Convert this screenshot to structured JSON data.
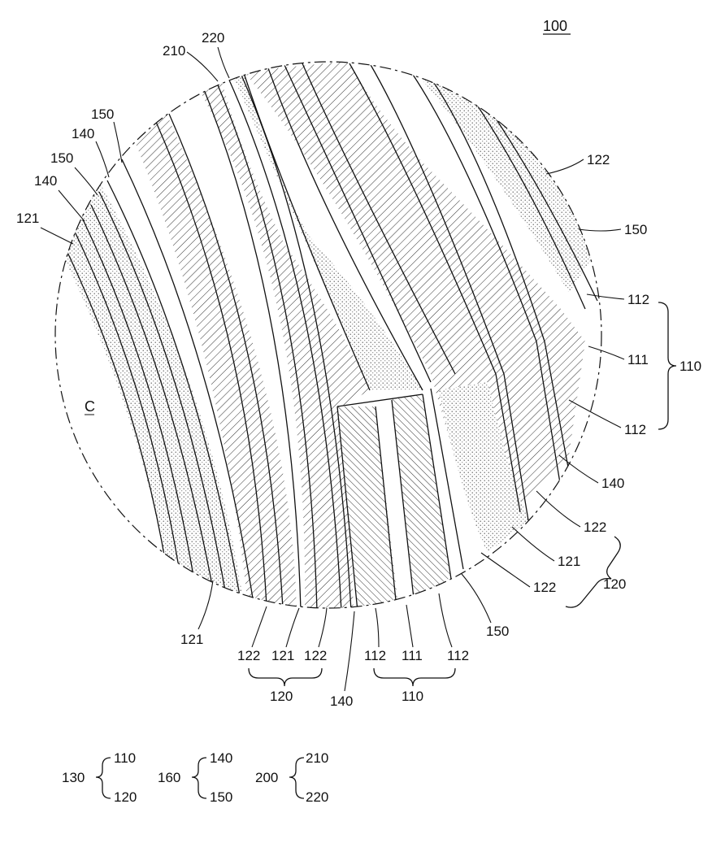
{
  "figure": {
    "reference": "100",
    "region_label": "C"
  },
  "colors": {
    "ink": "#111111",
    "background": "#ffffff",
    "hatch": "#333333",
    "dots": "#555555"
  },
  "labels": {
    "l210": "210",
    "l220": "220",
    "l150_a": "150",
    "l140_a": "140",
    "l150_b": "150",
    "l140_b": "140",
    "l121_a": "121",
    "l122_top": "122",
    "l150_right": "150",
    "l112_a": "112",
    "l111_a": "111",
    "l110_a": "110",
    "l112_b": "112",
    "l140_right": "140",
    "l122_r1": "122",
    "l121_r": "121",
    "l120_r": "120",
    "l122_r2": "122",
    "l150_bottom": "150",
    "l121_bl": "121",
    "l122_b1": "122",
    "l121_b": "121",
    "l122_b2": "122",
    "l120_b": "120",
    "l140_b2": "140",
    "l112_b1": "112",
    "l111_b": "111",
    "l112_b2": "112",
    "l110_b": "110"
  },
  "legend": [
    {
      "parent": "130",
      "children": [
        "110",
        "120"
      ]
    },
    {
      "parent": "160",
      "children": [
        "140",
        "150"
      ]
    },
    {
      "parent": "200",
      "children": [
        "210",
        "220"
      ]
    }
  ]
}
